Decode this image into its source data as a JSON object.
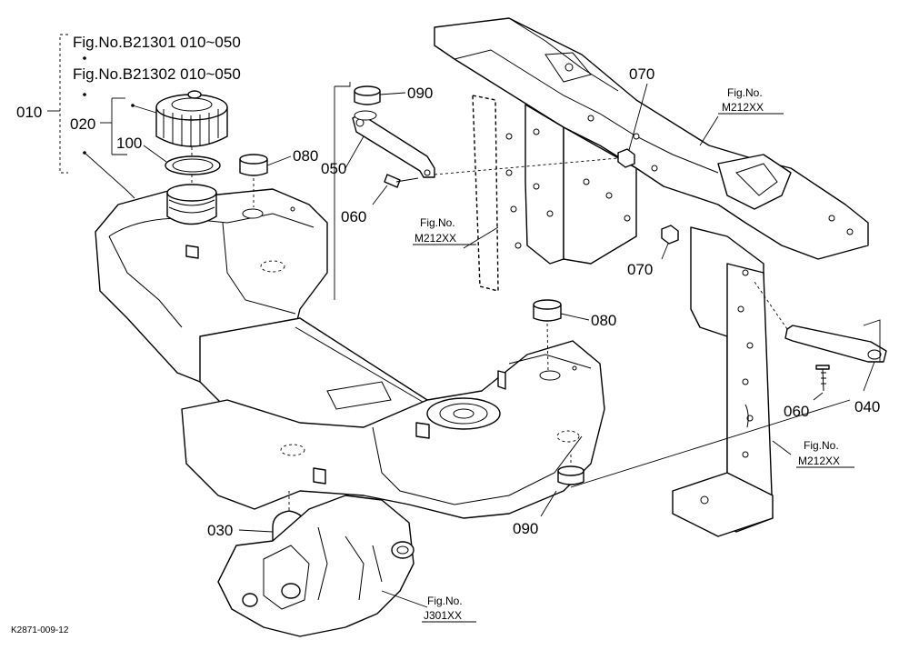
{
  "figure_code": "K2871-009-12",
  "fig_refs": {
    "b21301": "Fig.No.B21301 010~050",
    "b21302": "Fig.No.B21302 010~050",
    "m212_top_a": "Fig.No.",
    "m212_top_b": "M212XX",
    "m212_mid_a": "Fig.No.",
    "m212_mid_b": "M212XX",
    "m212_bot_a": "Fig.No.",
    "m212_bot_b": "M212XX",
    "j301_a": "Fig.No.",
    "j301_b": "J301XX"
  },
  "parts": {
    "p010": "010",
    "p020": "020",
    "p030": "030",
    "p040": "040",
    "p050": "050",
    "p060_left": "060",
    "p060_right": "060",
    "p070_top": "070",
    "p070_mid": "070",
    "p080_top": "080",
    "p080_right": "080",
    "p090_top": "090",
    "p090_bottom": "090",
    "p100": "100"
  }
}
